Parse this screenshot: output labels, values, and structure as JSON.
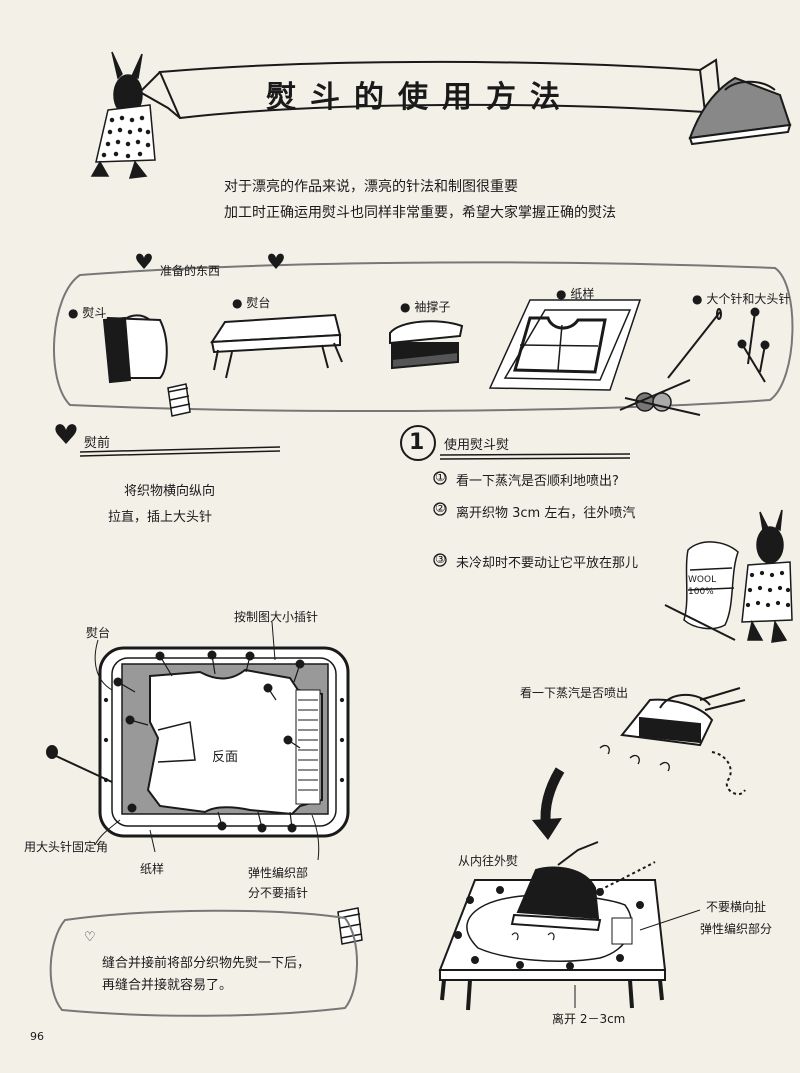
{
  "page": {
    "title": "熨斗的使用方法",
    "intro": [
      "对于漂亮的作品来说，漂亮的针法和制图很重要",
      "加工时正确运用熨斗也同样非常重要，希望大家掌握正确的熨法"
    ],
    "page_number": "96"
  },
  "prepare": {
    "heading": "准备的东西",
    "items": [
      {
        "bullet": "●",
        "label": "熨斗"
      },
      {
        "bullet": "●",
        "label": "熨台"
      },
      {
        "bullet": "●",
        "label": "袖撑子"
      },
      {
        "bullet": "●",
        "label": "纸样"
      },
      {
        "bullet": "●",
        "label": "大个针和大头针"
      }
    ]
  },
  "before": {
    "heading": "熨前",
    "text": [
      "将织物横向纵向",
      "拉直，插上大头针"
    ],
    "diagram_labels": {
      "board": "熨台",
      "pins_by_size": "按制图大小插针",
      "reverse_side": "反面",
      "fix_corners": "用大头针固定角",
      "pattern": "纸样",
      "elastic_1": "弹性编织部",
      "elastic_2": "分不要插针"
    }
  },
  "using": {
    "number": "1",
    "heading": "使用熨斗熨",
    "steps": [
      {
        "num": "①",
        "text": "看一下蒸汽是否顺利地喷出?"
      },
      {
        "num": "②",
        "text": "离开织物 3cm 左右，往外喷汽"
      },
      {
        "num": "③",
        "text": "未冷却时不要动让它平放在那儿"
      }
    ],
    "diagram_labels": {
      "check_steam": "看一下蒸汽是否喷出",
      "iron_out": "从内往外熨",
      "no_pull_1": "不要横向扯",
      "no_pull_2": "弹性编织部分",
      "distance": "离开 2－3cm"
    },
    "yarn_label": "WOOL 100%"
  },
  "tip": {
    "icon": "♡",
    "lines": [
      "缝合并接前将部分织物先熨一下后，",
      "再缝合并接就容易了。"
    ]
  }
}
